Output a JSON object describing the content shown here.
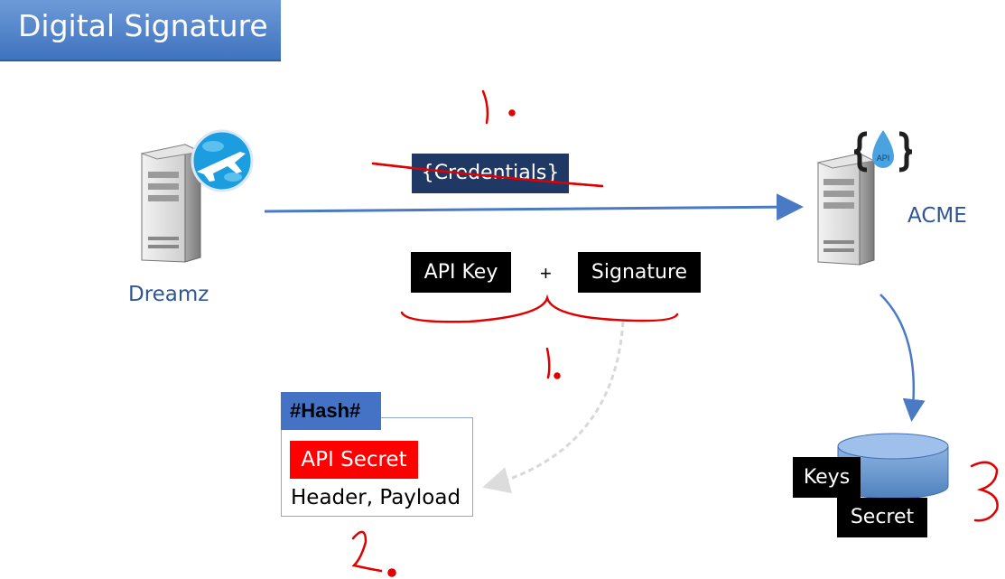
{
  "title": "Digital Signature",
  "credentials_label": "{Credentials}",
  "api_key_label": "API Key",
  "plus_label": "+",
  "signature_label": "Signature",
  "client_label": "Dreamz",
  "server_label": "ACME",
  "api_badge_label": "API",
  "hash_box": {
    "header": "#Hash#",
    "secret_label": "API Secret",
    "body_text": "Header, Payload"
  },
  "database": {
    "keys_label": "Keys",
    "secret_label": "Secret"
  },
  "annotations": {
    "step_1_top": "1.",
    "step_1_mid": "1.",
    "step_2": "2.",
    "step_3": "3"
  },
  "colors": {
    "banner": "#4f81bd",
    "arrow": "#4a7ac4",
    "label_blue": "#2f5597",
    "credentials_bg": "#203864",
    "ink_red": "#e00000",
    "secret_red": "#ff0000"
  }
}
